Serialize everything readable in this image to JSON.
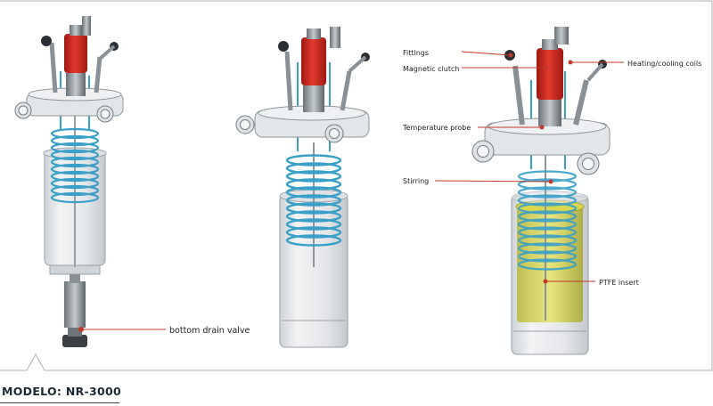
{
  "callouts": {
    "fittings": "Fittings",
    "magnetic_clutch": "Magnetic clutch",
    "heating_cooling": "Heating/cooling coils",
    "temperature_probe": "Temperature probe",
    "stirring": "Stirring",
    "ptfe_insert": "PTFE insert",
    "bottom_drain": "bottom drain valve"
  },
  "model": {
    "label": "MODELO: NR-3000"
  },
  "colors": {
    "frame": "#b8bfc4",
    "leader": "#c0392b",
    "motor_red": "#d6281f",
    "coil": "#3aa0c8",
    "glass": "#e6e9ec",
    "ptfe": "#d8dc3c"
  }
}
